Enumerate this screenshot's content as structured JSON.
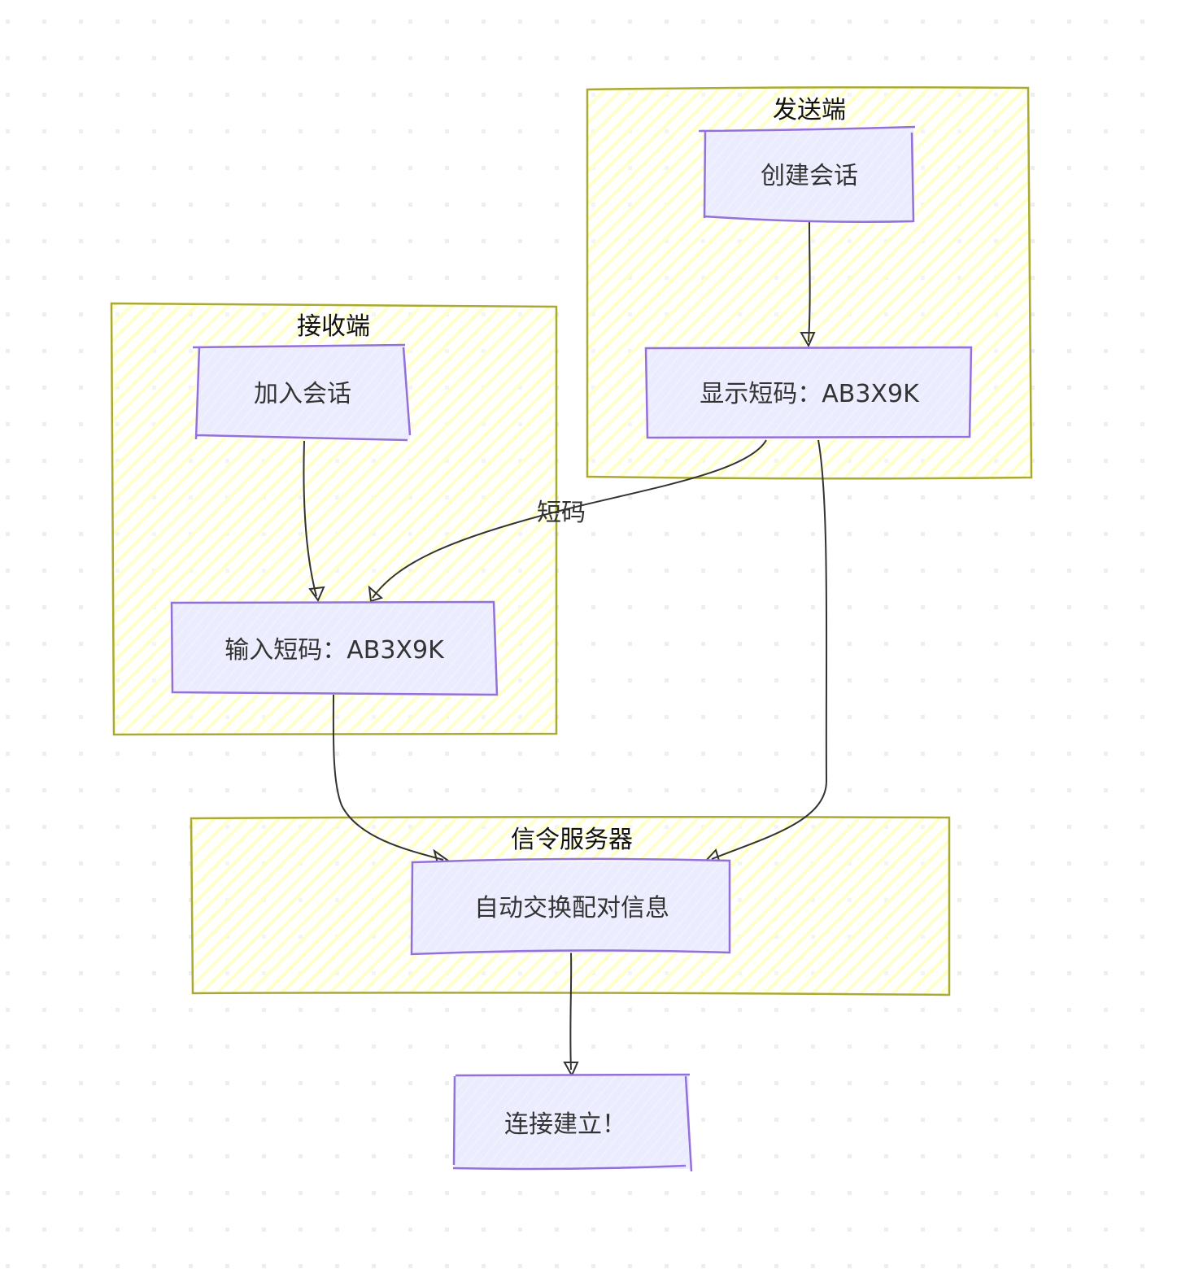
{
  "diagram": {
    "type": "flowchart",
    "style": "hand-drawn",
    "colors": {
      "background": "#ffffff",
      "grid_dot": "#eeeeee",
      "cluster_fill": "#ffffde",
      "cluster_border": "#aaaa33",
      "node_fill": "#ececff",
      "node_border": "#9370DB",
      "edge": "#333333",
      "text": "#333333"
    },
    "clusters": [
      {
        "id": "sender",
        "title": "发送端"
      },
      {
        "id": "receiver",
        "title": "接收端"
      },
      {
        "id": "server",
        "title": "信令服务器"
      }
    ],
    "nodes": [
      {
        "id": "create",
        "label": "创建会话",
        "cluster": "sender"
      },
      {
        "id": "show",
        "label": "显示短码：AB3X9K",
        "cluster": "sender"
      },
      {
        "id": "join",
        "label": "加入会话",
        "cluster": "receiver"
      },
      {
        "id": "input",
        "label": "输入短码：AB3X9K",
        "cluster": "receiver"
      },
      {
        "id": "exchange",
        "label": "自动交换配对信息",
        "cluster": "server"
      },
      {
        "id": "connected",
        "label": "连接建立！",
        "cluster": null
      }
    ],
    "edges": [
      {
        "from": "create",
        "to": "show",
        "label": ""
      },
      {
        "from": "join",
        "to": "input",
        "label": ""
      },
      {
        "from": "show",
        "to": "input",
        "label": "短码"
      },
      {
        "from": "input",
        "to": "exchange",
        "label": ""
      },
      {
        "from": "show",
        "to": "exchange",
        "label": ""
      },
      {
        "from": "exchange",
        "to": "connected",
        "label": ""
      }
    ]
  }
}
